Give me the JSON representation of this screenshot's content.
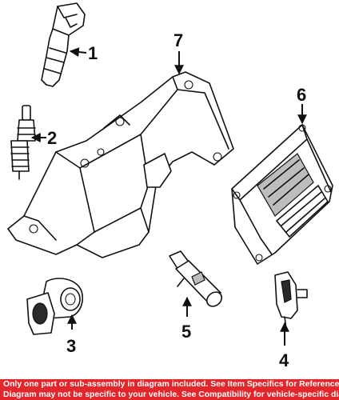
{
  "callouts": {
    "c1": "1",
    "c2": "2",
    "c3": "3",
    "c4": "4",
    "c5": "5",
    "c6": "6",
    "c7": "7"
  },
  "footer": {
    "line1": "Only one part or sub-assembly in diagram included. See Item Specifics for Reference #.",
    "line2": "Diagram may not be specific to your vehicle. See Compatibility for vehicle-specific diagrams."
  },
  "colors": {
    "footer_background": "#e3262b",
    "footer_text": "#ffffff",
    "line_art": "#111111"
  }
}
